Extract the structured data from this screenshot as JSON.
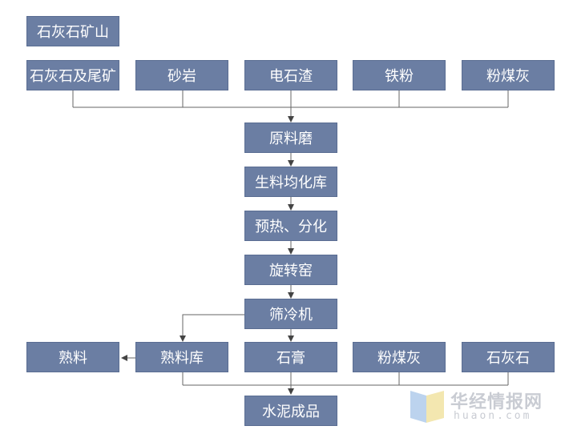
{
  "nodes": {
    "quarry": "石灰石矿山",
    "limestone_tailings": "石灰石及尾矿",
    "sandstone": "砂岩",
    "carbide_slag": "电石渣",
    "iron_powder": "铁粉",
    "fly_ash_top": "粉煤灰",
    "raw_mill": "原料磨",
    "raw_meal_silo": "生料均化库",
    "preheat": "预热、分化",
    "kiln": "旋转窑",
    "cooler": "筛冷机",
    "clinker": "熟料",
    "clinker_silo": "熟料库",
    "gypsum": "石膏",
    "fly_ash_bottom": "粉煤灰",
    "limestone": "石灰石",
    "cement": "水泥成品"
  },
  "watermark": {
    "cn": "华经情报网",
    "en": "huaon.com"
  },
  "colors": {
    "box_fill": "#6b7ea3",
    "line": "#555555"
  }
}
